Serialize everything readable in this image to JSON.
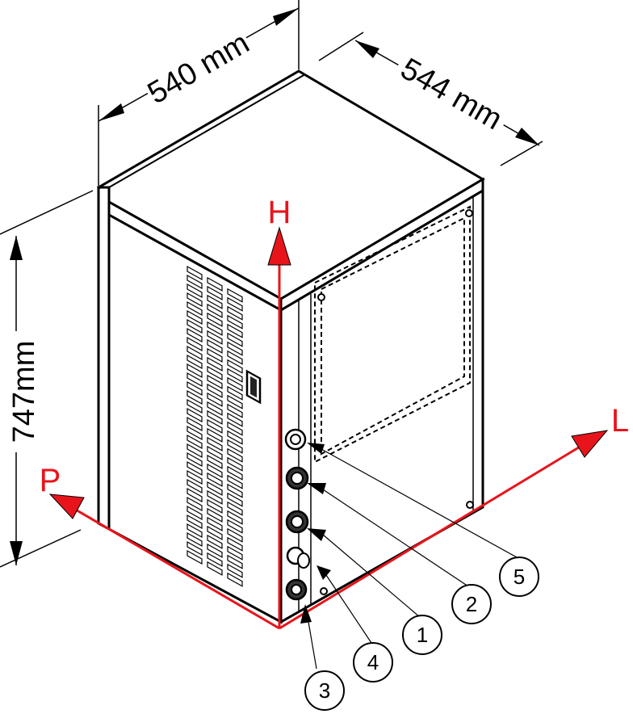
{
  "dimensions": {
    "width_label": "540 mm",
    "depth_label": "544 mm",
    "height_label": "747mm"
  },
  "axes": {
    "height_axis": "H",
    "left_axis": "L",
    "rear_axis": "P"
  },
  "callouts": [
    "1",
    "2",
    "3",
    "4",
    "5"
  ],
  "colors": {
    "axis": "#e8141b",
    "outline": "#000000",
    "background": "#ffffff"
  }
}
